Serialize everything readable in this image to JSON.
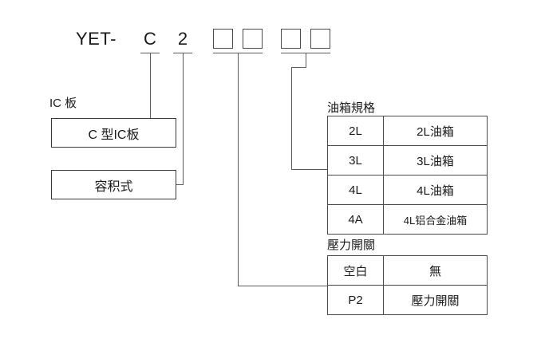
{
  "model": {
    "prefix": "YET-",
    "chars": [
      "C",
      "2"
    ],
    "blank_boxes": 4
  },
  "left_sections": [
    {
      "caption": "IC 板",
      "box_label": "C 型IC板"
    },
    {
      "caption": "",
      "box_label": "容积式"
    }
  ],
  "tables": [
    {
      "caption": "油箱規格",
      "rows": [
        {
          "code": "2L",
          "desc": "2L油箱",
          "small": false
        },
        {
          "code": "3L",
          "desc": "3L油箱",
          "small": false
        },
        {
          "code": "4L",
          "desc": "4L油箱",
          "small": false
        },
        {
          "code": "4A",
          "desc": "4L铝合金油箱",
          "small": true
        }
      ]
    },
    {
      "caption": "壓力開關",
      "rows": [
        {
          "code": "空白",
          "desc": "無",
          "small": false
        },
        {
          "code": "P2",
          "desc": "壓力開關",
          "small": false
        }
      ]
    }
  ],
  "colors": {
    "line": "#5a5a5a",
    "box_border": "#3a3a3a",
    "text": "#1a1a1a",
    "background": "#ffffff"
  }
}
